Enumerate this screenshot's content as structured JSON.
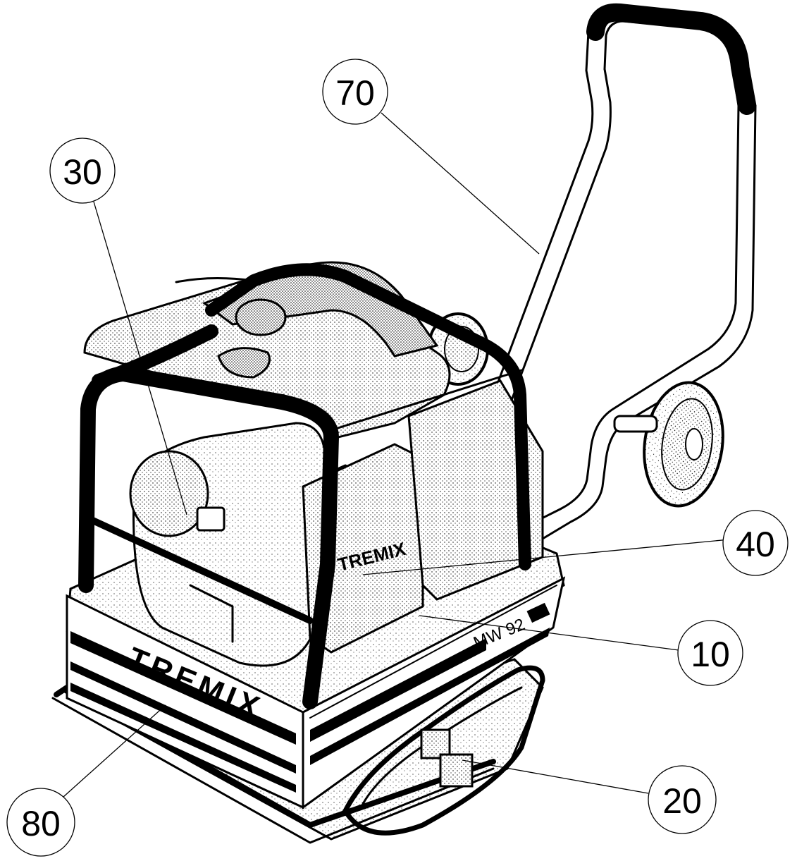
{
  "diagram": {
    "brand_front": "TREMIX",
    "brand_side": "TREMIX",
    "model_plate": "MW 92",
    "callouts": {
      "c70": "70",
      "c30": "30",
      "c40": "40",
      "c10": "10",
      "c20": "20",
      "c80": "80"
    }
  }
}
